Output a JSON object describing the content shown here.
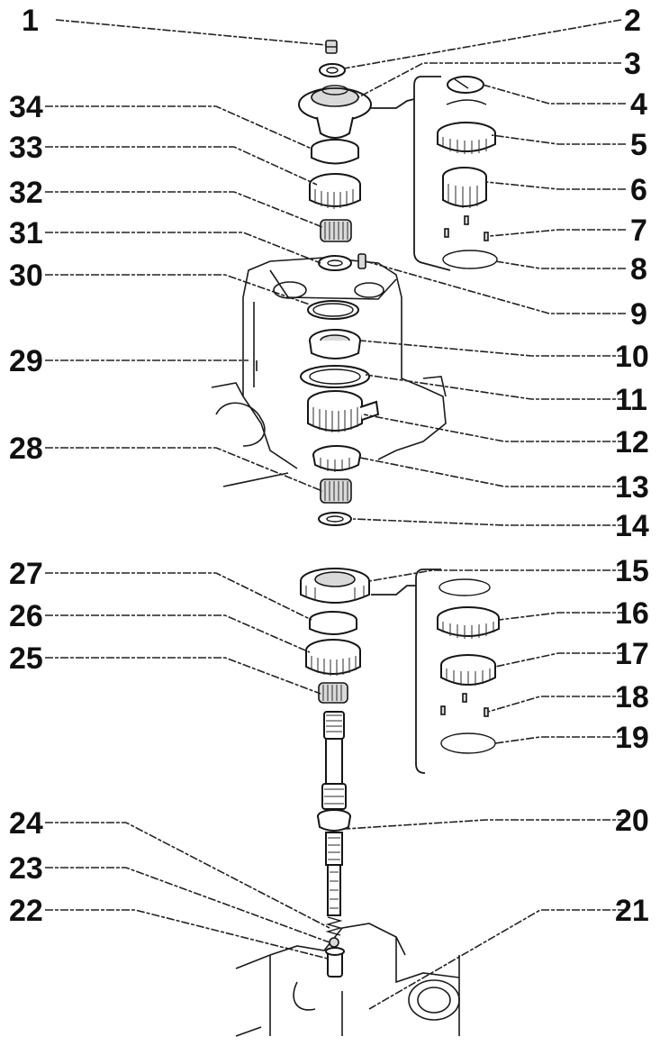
{
  "callouts": [
    {
      "id": "1",
      "label": "1"
    },
    {
      "id": "2",
      "label": "2"
    },
    {
      "id": "3",
      "label": "3"
    },
    {
      "id": "4",
      "label": "4"
    },
    {
      "id": "5",
      "label": "5"
    },
    {
      "id": "6",
      "label": "6"
    },
    {
      "id": "7",
      "label": "7"
    },
    {
      "id": "8",
      "label": "8"
    },
    {
      "id": "9",
      "label": "9"
    },
    {
      "id": "10",
      "label": "10"
    },
    {
      "id": "11",
      "label": "11"
    },
    {
      "id": "12",
      "label": "12"
    },
    {
      "id": "13",
      "label": "13"
    },
    {
      "id": "14",
      "label": "14"
    },
    {
      "id": "15",
      "label": "15"
    },
    {
      "id": "16",
      "label": "16"
    },
    {
      "id": "17",
      "label": "17"
    },
    {
      "id": "18",
      "label": "18"
    },
    {
      "id": "19",
      "label": "19"
    },
    {
      "id": "20",
      "label": "20"
    },
    {
      "id": "21",
      "label": "21"
    },
    {
      "id": "22",
      "label": "22"
    },
    {
      "id": "23",
      "label": "23"
    },
    {
      "id": "24",
      "label": "24"
    },
    {
      "id": "25",
      "label": "25"
    },
    {
      "id": "26",
      "label": "26"
    },
    {
      "id": "27",
      "label": "27"
    },
    {
      "id": "28",
      "label": "28"
    },
    {
      "id": "29",
      "label": "29"
    },
    {
      "id": "30",
      "label": "30"
    },
    {
      "id": "31",
      "label": "31"
    },
    {
      "id": "32",
      "label": "32"
    },
    {
      "id": "33",
      "label": "33"
    },
    {
      "id": "34",
      "label": "34"
    }
  ]
}
